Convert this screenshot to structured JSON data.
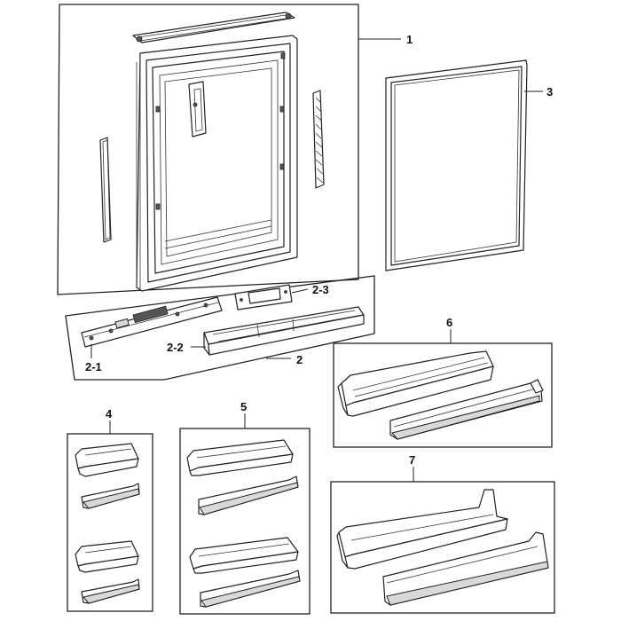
{
  "callouts": {
    "door_assembly": "1",
    "trim_assembly": "2",
    "trim_2_1": "2-1",
    "trim_2_2": "2-2",
    "trim_2_3": "2-3",
    "gasket": "3",
    "guard_group_4": "4",
    "guard_group_5": "5",
    "guard_group_6": "6",
    "guard_group_7": "7"
  },
  "colors": {
    "line": "#222222",
    "background": "#ffffff",
    "shade": "#d9d9d9"
  }
}
